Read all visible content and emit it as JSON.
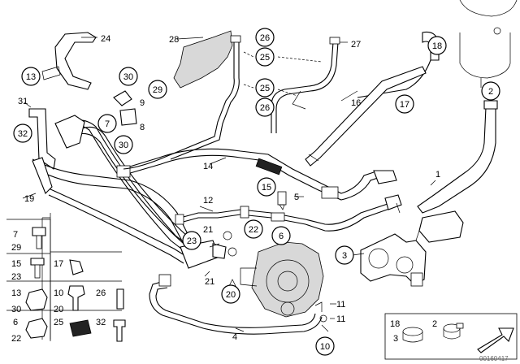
{
  "callouts": {
    "c1": "1",
    "c2": "2",
    "c3": "3",
    "c4": "4",
    "c5": "5",
    "c6": "6",
    "c7": "7",
    "c8": "8",
    "c9": "9",
    "c10": "10",
    "c11a": "11",
    "c11b": "11",
    "c12": "12",
    "c13": "13",
    "c14": "14",
    "c15": "15",
    "c16": "16",
    "c17": "17",
    "c18": "18",
    "c19": "19",
    "c20": "20",
    "c21a": "21",
    "c21b": "21",
    "c22": "22",
    "c23": "23",
    "c24": "24",
    "c25a": "25",
    "c25b": "25",
    "c26a": "26",
    "c26b": "26",
    "c27": "27",
    "c28": "28",
    "c29": "29",
    "c30a": "30",
    "c30b": "30",
    "c31": "31",
    "c32": "32"
  },
  "legend_left": {
    "r1": [
      "7",
      "29"
    ],
    "r2": [
      "15",
      "23"
    ],
    "r2b": [
      "17"
    ],
    "r3": [
      "13",
      "30"
    ],
    "r3b": [
      "10",
      "20"
    ],
    "r3c": [
      "26"
    ],
    "r4": [
      "6",
      "22"
    ],
    "r4b": [
      "25"
    ],
    "r4c": [
      "32"
    ]
  },
  "legend_right": {
    "a": "18",
    "b": "3",
    "c": "2"
  },
  "footer_code": "00160417"
}
